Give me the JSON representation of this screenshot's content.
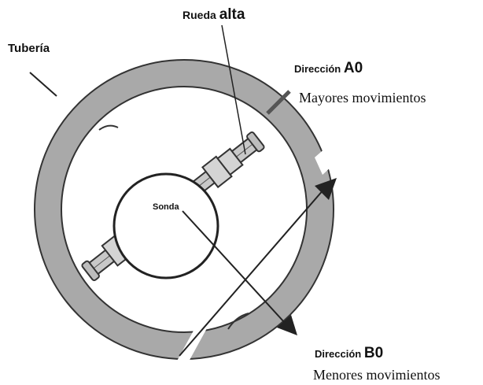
{
  "labels": {
    "pipe": "Tubería",
    "high_wheel_prefix": "Rueda ",
    "high_wheel_suffix": "alta",
    "probe": "Sonda",
    "direction_a_prefix": "Dirección ",
    "direction_a_code": "A0",
    "direction_a_note": "Mayores movimientos",
    "direction_b_prefix": "Dirección ",
    "direction_b_code": "B0",
    "direction_b_note": "Menores movimientos"
  },
  "colors": {
    "pipe_wall": "#a9a9a9",
    "outline": "#333333",
    "arm_fill": "#c8c8c8",
    "text": "#111111",
    "background": "#ffffff"
  }
}
